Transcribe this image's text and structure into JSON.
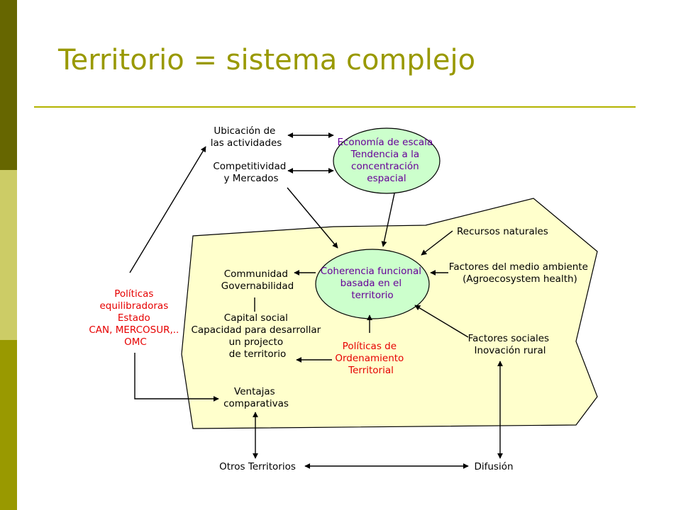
{
  "title": "Territorio = sistema complejo",
  "colors": {
    "accent": "#999900",
    "territory_fill": "#ffffcc",
    "ellipse_fill": "#ccffcc",
    "purple_text": "#660099",
    "red_text": "#e60000"
  },
  "nodes": {
    "ubicacion": [
      "Ubicación de",
      "las actividades"
    ],
    "competitividad": [
      "Competitividad",
      "y Mercados"
    ],
    "economia": [
      "Economía de escala",
      "Tendencia a la",
      "concentración",
      "espacial"
    ],
    "recursos": [
      "Recursos naturales"
    ],
    "coherencia": [
      "Coherencia funcional",
      "basada en el",
      "territorio"
    ],
    "factores_medio": [
      "Factores del medio ambiente",
      "(Agroecosystem health)"
    ],
    "communidad": [
      "Communidad",
      "Governabilidad"
    ],
    "capital": [
      "Capital social",
      "Capacidad para desarrollar",
      "un projecto",
      "de territorio"
    ],
    "politicas_equilibradoras": [
      "Políticas",
      "equilibradoras",
      "Estado",
      "CAN, MERCOSUR,..",
      "OMC"
    ],
    "politicas_ordenamiento": [
      "Políticas de",
      "Ordenamiento",
      "Territorial"
    ],
    "factores_sociales": [
      "Factores sociales",
      "Inovación rural"
    ],
    "ventajas": [
      "Ventajas",
      "comparativas"
    ],
    "otros": [
      "Otros Territorios"
    ],
    "difusion": [
      "Difusión"
    ]
  }
}
